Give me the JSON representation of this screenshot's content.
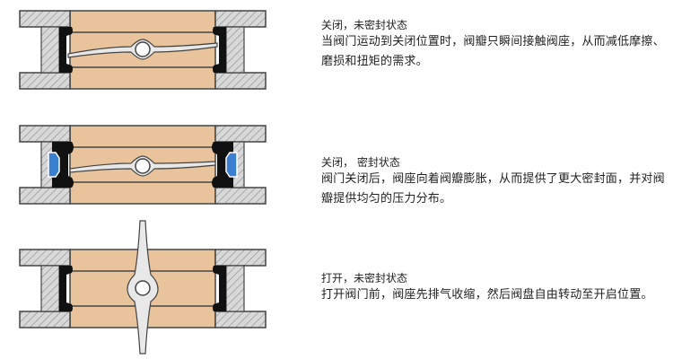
{
  "states": [
    {
      "title": "关闭，未密封状态",
      "description": "当阀门运动到关闭位置时，阀瓣只瞬间接触阀座，从而减低摩擦、磨损和扭矩的需求。",
      "seat_color": "#111111"
    },
    {
      "title": "关闭， 密封状态",
      "description": "阀门关闭后，阀座向着阀瓣膨胀，从而提供了更大密封面，并对阀瓣提供均匀的压力分布。",
      "seat_color": "#111111",
      "pressure_color": "#3a7fd0"
    },
    {
      "title": "打开，未密封状态",
      "description": "打开阀门前，阀座先排气收缩，然后阀盘自由转动至开启位置。",
      "seat_color": "#111111"
    }
  ],
  "colors": {
    "body": "#e8c39b",
    "flange": "#d4d4d4",
    "outline": "#333333",
    "disc": "#e8e8e8"
  }
}
